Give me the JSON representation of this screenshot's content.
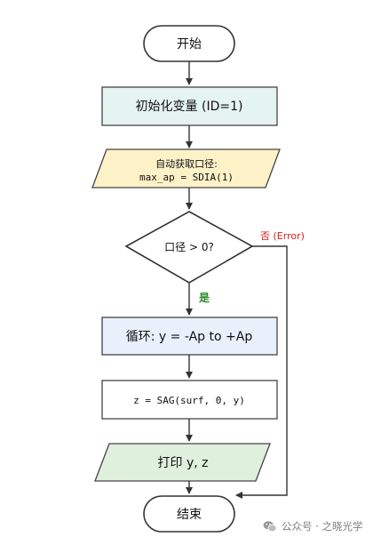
{
  "nodes": {
    "start": "开始",
    "init": "初始化变量 (ID=1)",
    "input_line1": "自动获取口径:",
    "input_line2": "max_ap = SDIA(1)",
    "decision": "口径 > 0?",
    "loop": "循环: y = -Ap to +Ap",
    "calc": "z = SAG(surf, 0, y)",
    "print": "打印 y, z",
    "end": "结束"
  },
  "edges": {
    "yes_label": "是",
    "error_label": "否 (Error)"
  },
  "watermark": {
    "text": "公众号 · 之晓光学",
    "icon": "wechat-icon"
  },
  "colors": {
    "init_fill": "#e6f4f1",
    "input_fill": "#fdf1c8",
    "loop_fill": "#e7f0fb",
    "print_fill": "#dff0dc",
    "yes_color": "#2e8b2e",
    "error_color": "#d42020"
  }
}
